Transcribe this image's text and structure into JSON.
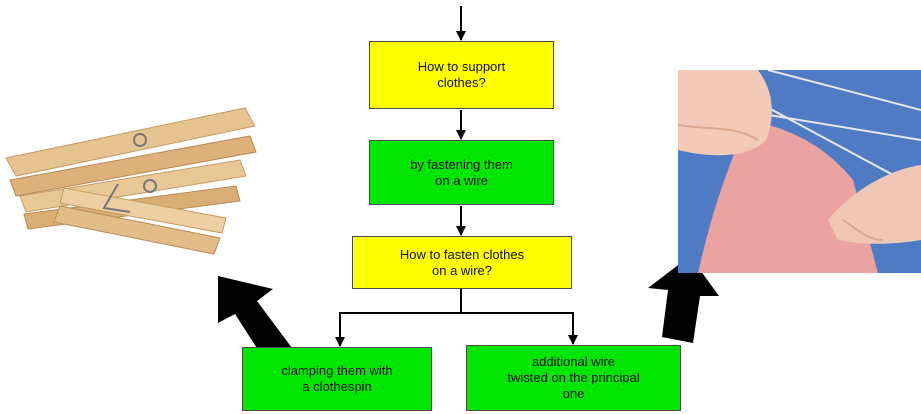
{
  "flowchart": {
    "nodes": [
      {
        "id": "n1",
        "kind": "question",
        "text": "How to support\nclothes?"
      },
      {
        "id": "n2",
        "kind": "answer",
        "text": "by fastening them\non a wire"
      },
      {
        "id": "n3",
        "kind": "question",
        "text": "How to fasten clothes\non a wire?"
      },
      {
        "id": "n4",
        "kind": "answer",
        "text": "clamping them with\na clothespin"
      },
      {
        "id": "n5",
        "kind": "answer",
        "text": "additional wire\ntwisted on the principal\none"
      }
    ]
  },
  "images": {
    "left": {
      "subject": "wooden clothespins"
    },
    "right": {
      "subject": "hands attaching pink cloth to a clothesline"
    }
  },
  "colors": {
    "question_fill": "#ffff00",
    "answer_fill": "#00e600",
    "sky": "#4f7bc4",
    "cloth": "#e9a3a0",
    "wood": "#e0bb8a"
  }
}
